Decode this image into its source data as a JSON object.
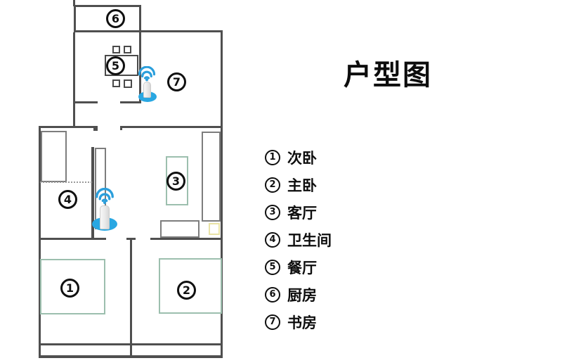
{
  "title": "户型图",
  "rooms": [
    {
      "number": "1",
      "name": "次卧"
    },
    {
      "number": "2",
      "name": "主卧"
    },
    {
      "number": "3",
      "name": "客厅"
    },
    {
      "number": "4",
      "name": "卫生间"
    },
    {
      "number": "5",
      "name": "餐厅"
    },
    {
      "number": "6",
      "name": "厨房"
    },
    {
      "number": "7",
      "name": "书房"
    }
  ],
  "icons": {
    "router": "wifi-router-icon",
    "router_count": "2"
  },
  "colors": {
    "wall": "#4f4f4f",
    "wifi_signal_blue": "#2b9fdc",
    "wifi_base_blue": "#29a7e2",
    "bed_outline_green": "#9cbfae",
    "accent_yellow": "#e9e3a6",
    "text_black": "#0d0d0d"
  }
}
